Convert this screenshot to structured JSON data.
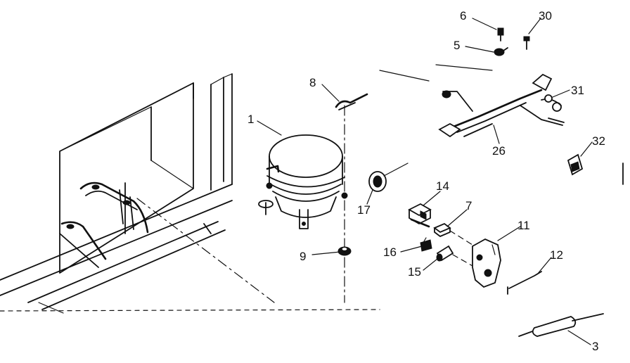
{
  "colors": {
    "ink": "#111111",
    "paper": "#ffffff"
  },
  "callouts": [
    {
      "id": "label-6",
      "text": "6"
    },
    {
      "id": "label-30",
      "text": "30"
    },
    {
      "id": "label-5",
      "text": "5"
    },
    {
      "id": "label-8",
      "text": "8"
    },
    {
      "id": "label-31",
      "text": "31"
    },
    {
      "id": "label-1",
      "text": "1"
    },
    {
      "id": "label-26",
      "text": "26"
    },
    {
      "id": "label-32",
      "text": "32"
    },
    {
      "id": "label-14",
      "text": "14"
    },
    {
      "id": "label-17",
      "text": "17"
    },
    {
      "id": "label-7",
      "text": "7"
    },
    {
      "id": "label-11",
      "text": "11"
    },
    {
      "id": "label-9",
      "text": "9"
    },
    {
      "id": "label-16",
      "text": "16"
    },
    {
      "id": "label-12",
      "text": "12"
    },
    {
      "id": "label-15",
      "text": "15"
    },
    {
      "id": "label-3",
      "text": "3"
    }
  ],
  "parts": [
    {
      "number": "1",
      "icon": "compressor-icon"
    },
    {
      "number": "3",
      "icon": "drier-filter-icon"
    },
    {
      "number": "5",
      "icon": "clip-icon"
    },
    {
      "number": "6",
      "icon": "screw-icon"
    },
    {
      "number": "7",
      "icon": "relay-cover-icon"
    },
    {
      "number": "8",
      "icon": "clip-bracket-icon"
    },
    {
      "number": "9",
      "icon": "grommet-icon"
    },
    {
      "number": "11",
      "icon": "relay-icon"
    },
    {
      "number": "12",
      "icon": "clip-wire-icon"
    },
    {
      "number": "14",
      "icon": "overload-icon"
    },
    {
      "number": "15",
      "icon": "capacitor-icon"
    },
    {
      "number": "16",
      "icon": "terminal-icon"
    },
    {
      "number": "17",
      "icon": "thermostat-icon"
    },
    {
      "number": "26",
      "icon": "wire-harness-icon"
    },
    {
      "number": "30",
      "icon": "screw-icon"
    },
    {
      "number": "31",
      "icon": "connector-icon"
    },
    {
      "number": "32",
      "icon": "plug-icon"
    }
  ]
}
